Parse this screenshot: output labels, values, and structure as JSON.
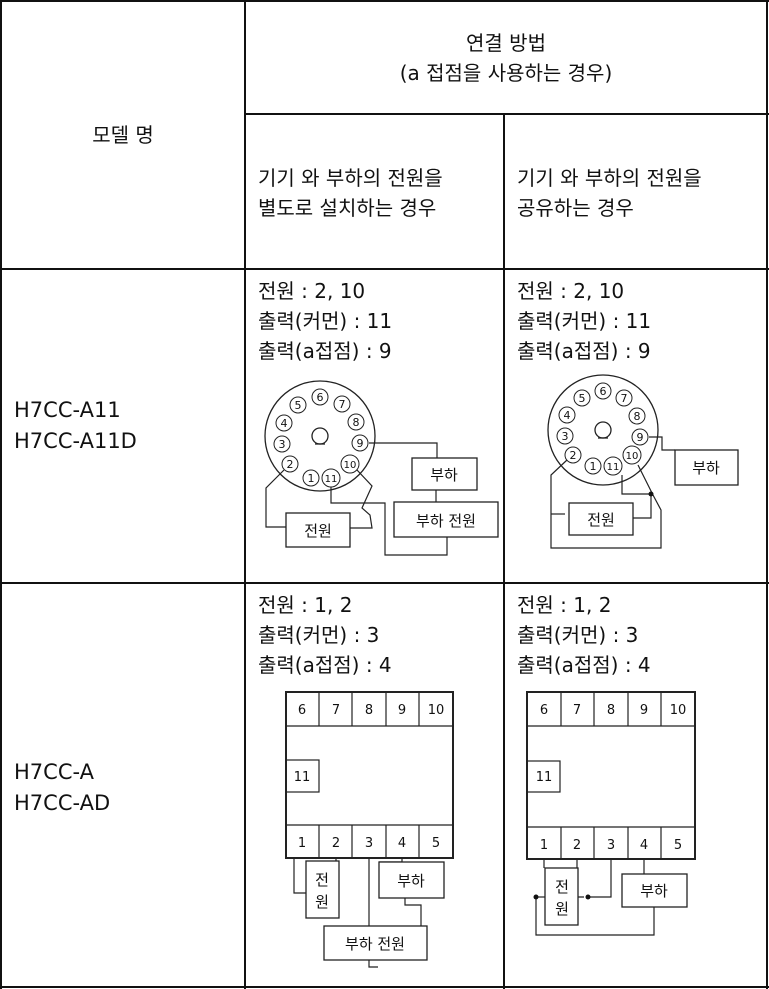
{
  "header": {
    "model_col": "모델 명",
    "method_line1": "연결 방법",
    "method_line2": "(a 접점을 사용하는 경우)",
    "separate": [
      "기기 와 부하의 전원을",
      "별도로 설치하는 경우"
    ],
    "shared": [
      "기기 와 부하의 전원을",
      "공유하는 경우"
    ]
  },
  "rows": [
    {
      "models": [
        "H7CC-A11",
        "H7CC-A11D"
      ],
      "separate_info": [
        "전원 : 2, 10",
        "출력(커먼) : 11",
        "출력(a접점)  : 9"
      ],
      "shared_info": [
        "전원 : 2, 10",
        "출력(커먼) : 11",
        "출력(a접점)  : 9"
      ]
    },
    {
      "models": [
        "H7CC-A",
        "H7CC-AD"
      ],
      "separate_info": [
        "전원 : 1, 2",
        "출력(커먼) : 3",
        "출력(a접점)  : 4"
      ],
      "shared_info": [
        "전원 : 1, 2",
        "출력(커먼) : 3",
        "출력(a접점)  : 4"
      ]
    }
  ],
  "diagram_labels": {
    "load": "부하",
    "power": "전원",
    "load_power": "부하 전원",
    "power_v1": "전",
    "power_v2": "원"
  },
  "socket_pins": [
    "1",
    "2",
    "3",
    "4",
    "5",
    "6",
    "7",
    "8",
    "9",
    "10",
    "11"
  ]
}
